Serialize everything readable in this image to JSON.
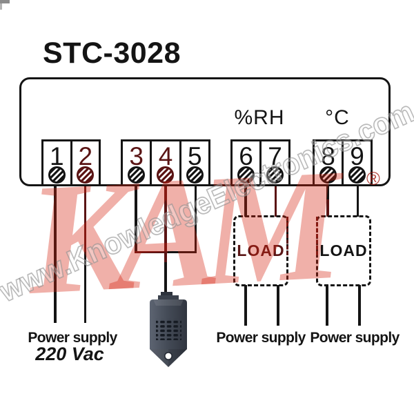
{
  "title": "STC-3028",
  "device": {
    "group_labels": {
      "humidity": "%RH",
      "temperature": "°C"
    },
    "terminals": [
      {
        "label": "1",
        "accent": false
      },
      {
        "label": "2",
        "accent": true
      },
      {
        "label": "3",
        "accent": true
      },
      {
        "label": "4",
        "accent": true
      },
      {
        "label": "5",
        "accent": false
      },
      {
        "label": "6",
        "accent": false
      },
      {
        "label": "7",
        "accent": false
      },
      {
        "label": "8",
        "accent": false
      },
      {
        "label": "9",
        "accent": false
      }
    ]
  },
  "connections": {
    "power_input": {
      "label": "Power supply",
      "voltage": "220 Vac"
    },
    "humidity_load": {
      "label": "LOAD",
      "power_label": "Power supply"
    },
    "temperature_load": {
      "label": "LOAD",
      "power_label": "Power supply"
    }
  },
  "watermark": {
    "brand": "KAM",
    "registered": "®",
    "site": "www.KnowledgeElectronics.com"
  },
  "colors": {
    "line": "#141414",
    "accent_red": "#5a1414",
    "watermark_red": "#d62312",
    "watermark_gray": "#8f8f8f",
    "sensor_body": "#434a56"
  }
}
